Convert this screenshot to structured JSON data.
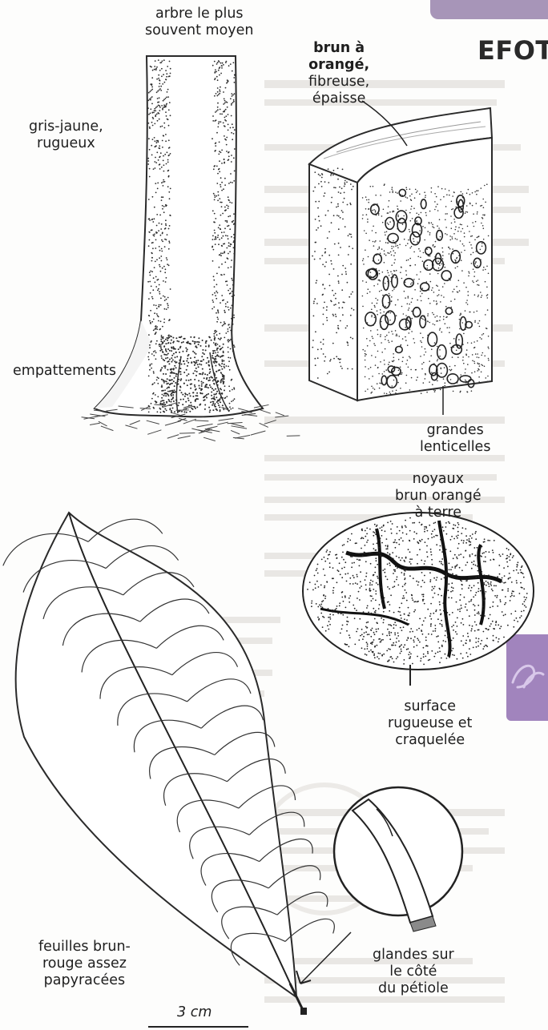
{
  "header": {
    "title": "EFOT"
  },
  "labels": {
    "tree_size": [
      "arbre le plus",
      "souvent moyen"
    ],
    "bark_color": [
      "gris-jaune,",
      "rugueux"
    ],
    "buttresses": "empattements",
    "slash_desc": [
      "brun à",
      "orangé,",
      "fibreuse,",
      "épaisse"
    ],
    "lenticels": [
      "grandes",
      "lenticelles"
    ],
    "seeds": [
      "noyaux",
      "brun orangé",
      "à terre"
    ],
    "seed_surface": [
      "surface",
      "rugueuse et",
      "craquelée"
    ],
    "leaves": [
      "feuilles brun-",
      "rouge assez",
      "papyracées"
    ],
    "glands": [
      "glandes sur",
      "le côté",
      "du pétiole"
    ],
    "scale": "3 cm"
  },
  "colors": {
    "accent": "#a184bd",
    "tab": "#a795b8",
    "ink": "#1e1e1e"
  },
  "icons": {
    "side_tab": "leaf-icon"
  }
}
